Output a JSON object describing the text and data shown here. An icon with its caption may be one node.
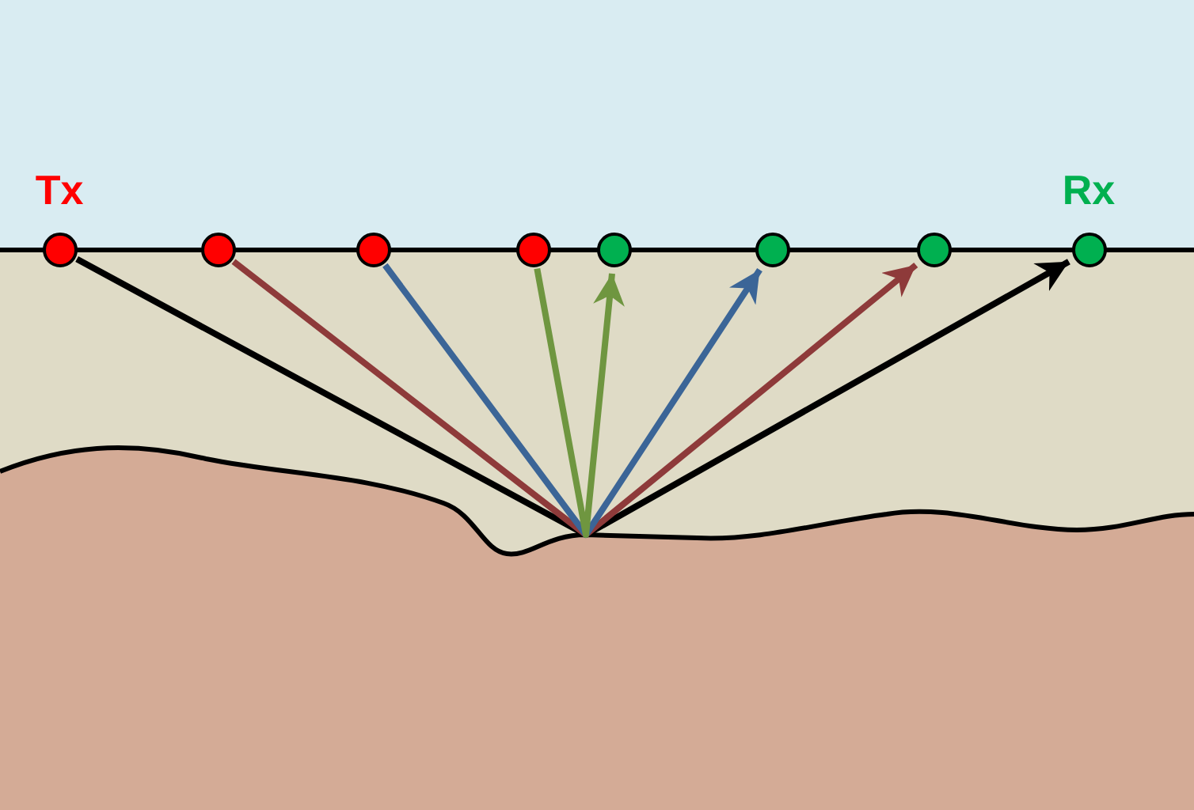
{
  "diagram": {
    "nodes": [
      {
        "text": [
          "Tx"
        ]
      },
      {
        "text": [],
        "shape": "circle"
      },
      {
        "text": [],
        "shape": "circle"
      },
      {
        "text": [],
        "shape": "circle"
      },
      {
        "text": [],
        "shape": "circle"
      },
      {
        "text": [],
        "shape": "circle"
      },
      {
        "text": [],
        "shape": "circle"
      },
      {
        "text": [
          "Rx"
        ]
      }
    ],
    "edges": [
      {
        "from": 0,
        "to": 7,
        "arrow": "to",
        "color": "#000000"
      },
      {
        "from": 1,
        "to": 6,
        "arrow": "to",
        "color": "#8e3a3a"
      },
      {
        "from": 2,
        "to": 5,
        "arrow": "to",
        "color": "#3b6597"
      },
      {
        "from": 3,
        "to": 4,
        "arrow": "to",
        "color": "#6f9640"
      }
    ]
  }
}
